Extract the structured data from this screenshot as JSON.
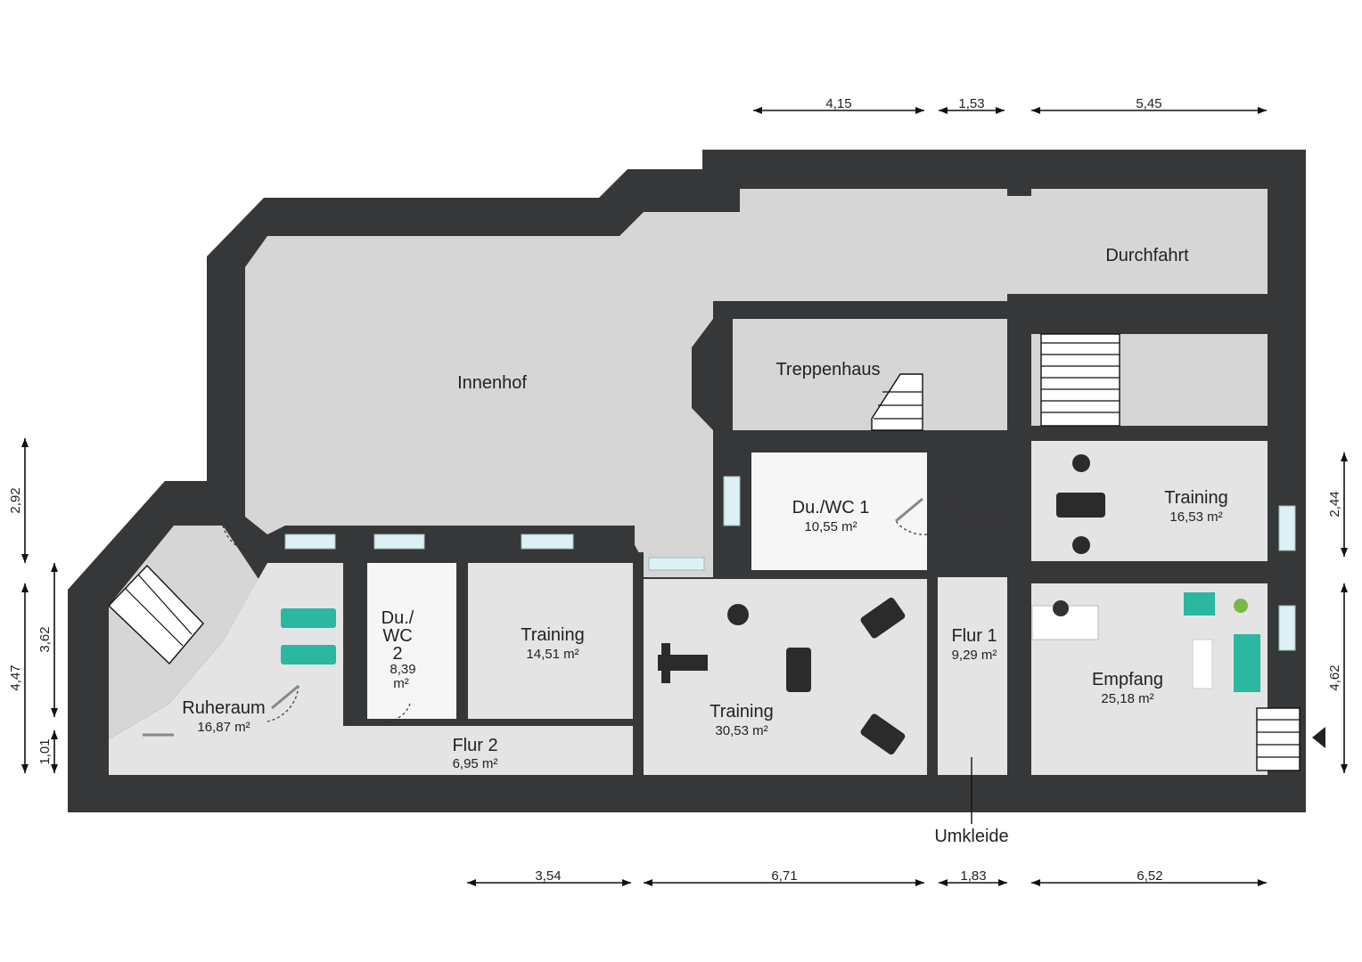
{
  "rooms": {
    "innenhof": {
      "name": "Innenhof",
      "area": ""
    },
    "durchfahrt": {
      "name": "Durchfahrt",
      "area": ""
    },
    "treppenhaus": {
      "name": "Treppenhaus",
      "area": ""
    },
    "duwc1": {
      "name": "Du./WC 1",
      "area": "10,55 m²"
    },
    "training_ne": {
      "name": "Training",
      "area": "16,53 m²"
    },
    "duwc2": {
      "name_lines": [
        "Du./",
        "WC",
        "2"
      ],
      "area_lines": [
        "8,39",
        "m²"
      ]
    },
    "training_w": {
      "name": "Training",
      "area": "14,51 m²"
    },
    "training_c": {
      "name": "Training",
      "area": "30,53 m²"
    },
    "flur1": {
      "name": "Flur 1",
      "area": "9,29 m²"
    },
    "empfang": {
      "name": "Empfang",
      "area": "25,18 m²"
    },
    "ruheraum": {
      "name": "Ruheraum",
      "area": "16,87 m²"
    },
    "flur2": {
      "name": "Flur 2",
      "area": "6,95 m²"
    },
    "umkleide": {
      "name": "Umkleide",
      "area": ""
    }
  },
  "dimensions": {
    "top": [
      "4,15",
      "1,53",
      "5,45"
    ],
    "bottom": [
      "3,54",
      "6,71",
      "1,83",
      "6,52"
    ],
    "left": [
      "2,92",
      "3,62",
      "4,47",
      "1,01"
    ],
    "right": [
      "2,44",
      "4,62"
    ]
  },
  "colors": {
    "wall": "#363738",
    "outdoor_area": "#d6d6d6",
    "floor": "#e4e4e4",
    "tile": "#f6f6f6",
    "accent_furniture": "#2bb7a0",
    "window_glass": "#ddf0f4"
  },
  "icons": [
    "staircase-icon",
    "treadmill-icon",
    "exercise-bike-icon",
    "weight-bench-icon",
    "lounger-icon",
    "sofa-icon",
    "plant-icon",
    "entrance-arrow-icon"
  ]
}
